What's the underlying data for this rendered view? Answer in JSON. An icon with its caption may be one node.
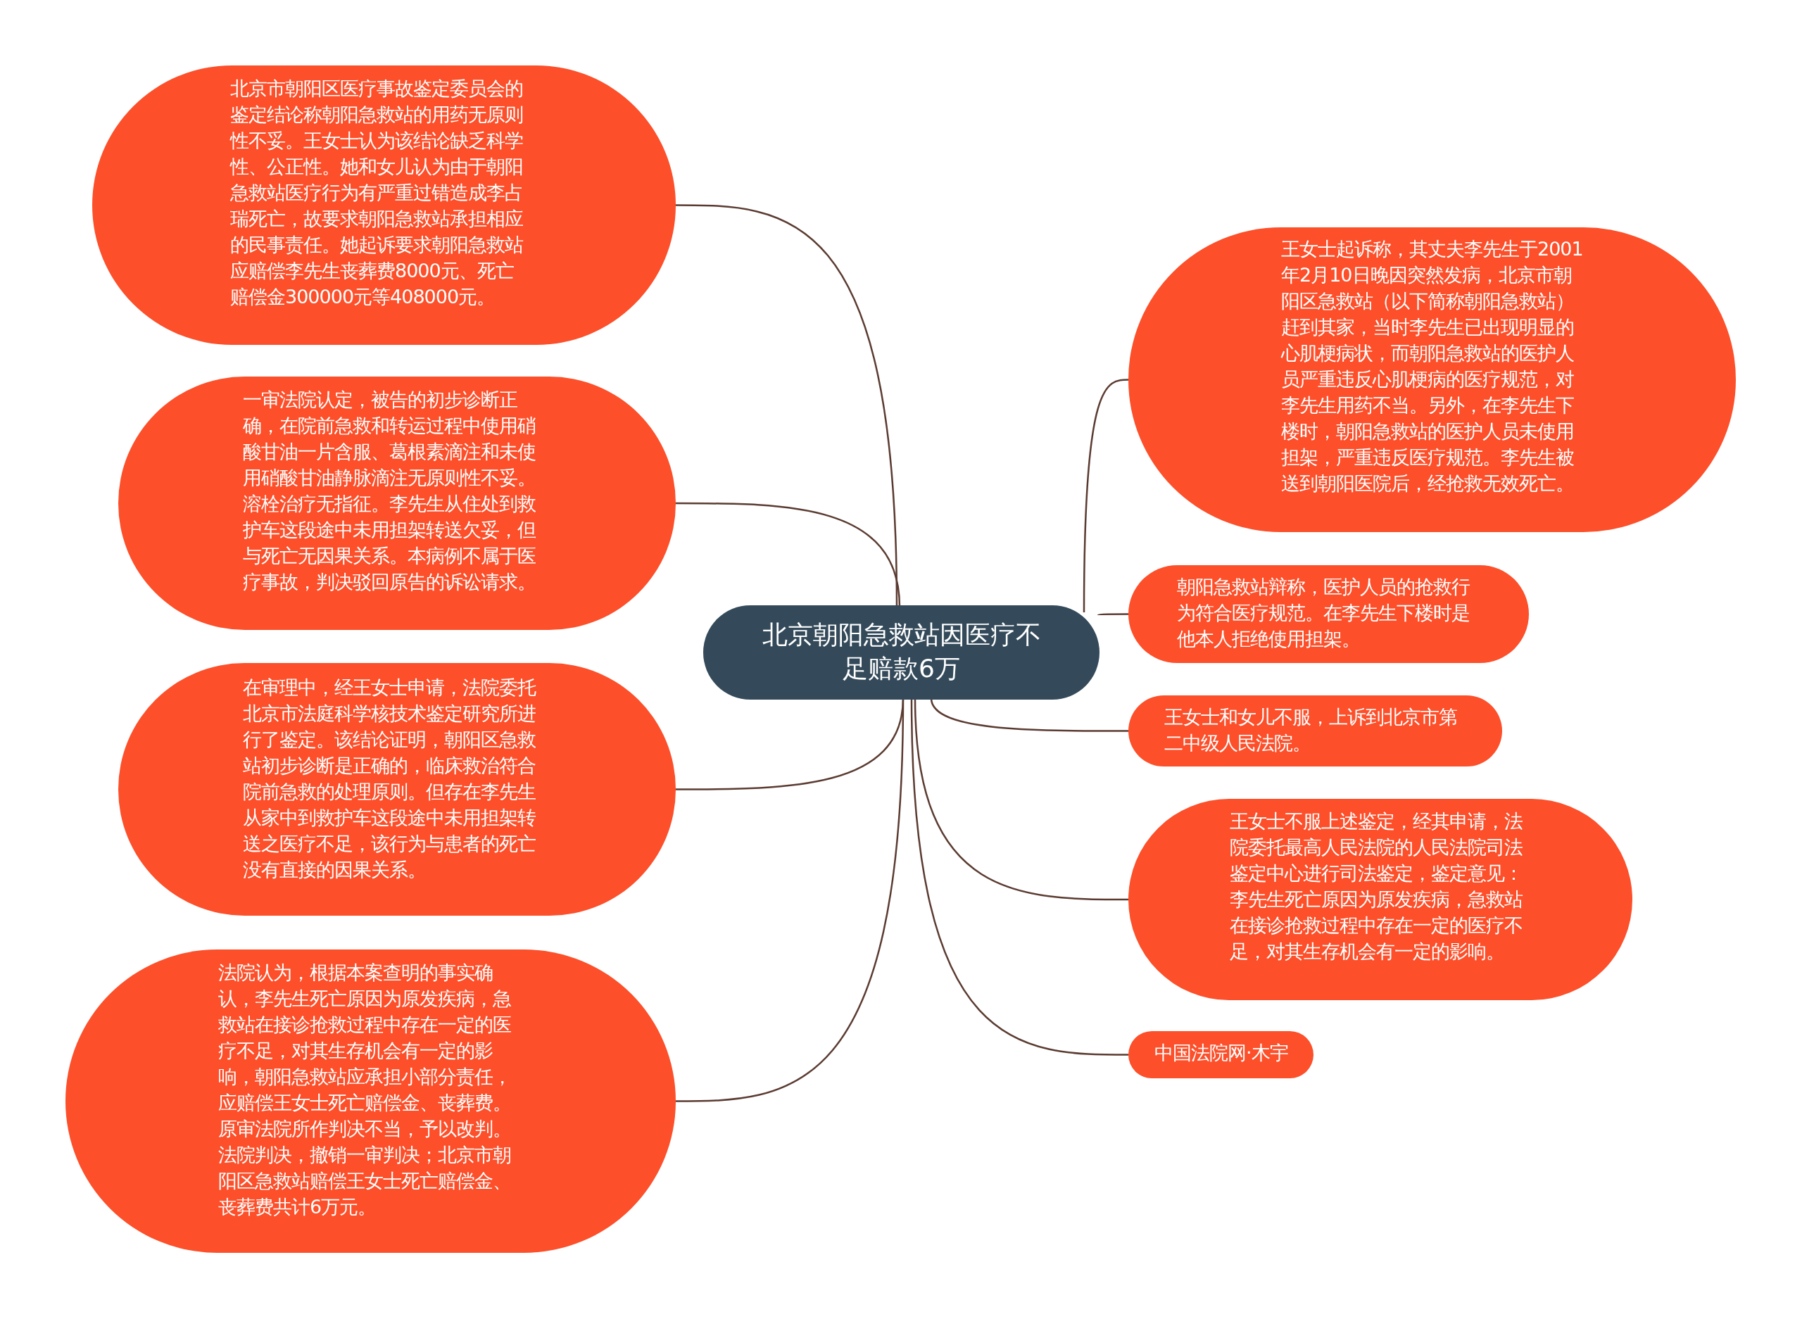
{
  "diagram": {
    "nodes": [
      {
        "text": [
          "北京朝阳急救站因医疗不足赔款6万"
        ]
      },
      {
        "text": [
          "北京市朝阳区医疗事故鉴定委员会的鉴定结论称朝阳急救站的用药无原则性不妥。王女士认为该结论缺乏科学性、公正性。她和女儿认为由于朝阳急救站医疗行为有严重过错造成李占瑞死亡，故要求朝阳急救站承担相应的民事责任。她起诉要求朝阳急救站应赔偿李先生丧葬费8000元、死亡赔偿金300000元等408000元。"
        ]
      },
      {
        "text": [
          "一审法院认定，被告的初步诊断正确，在院前急救和转运过程中使用硝酸甘油一片含服、葛根素滴注和未使用硝酸甘油静脉滴注无原则性不妥。溶栓治疗无指征。李先生从住处到救护车这段途中未用担架转送欠妥，但与死亡无因果关系。本病例不属于医疗事故，判决驳回原告的诉讼请求。"
        ]
      },
      {
        "text": [
          "在审理中，经王女士申请，法院委托北京市法庭科学核技术鉴定研究所进行了鉴定。该结论证明，朝阳区急救站初步诊断是正确的，临床救治符合院前急救的处理原则。但存在李先生从家中到救护车这段途中未用担架转送之医疗不足，该行为与患者的死亡没有直接的因果关系。"
        ]
      },
      {
        "text": [
          "法院认为，根据本案查明的事实确认，李先生死亡原因为原发疾病，急救站在接诊抢救过程中存在一定的医疗不足，对其生存机会有一定的影响，朝阳急救站应承担小部分责任，应赔偿王女士死亡赔偿金、丧葬费。原审法院所作判决不当，予以改判。法院判决，撤销一审判决；北京市朝阳区急救站赔偿王女士死亡赔偿金、丧葬费共计6万元。"
        ]
      },
      {
        "text": [
          "王女士起诉称，其丈夫李先生于2001年2月10日晚因突然发病，北京市朝阳区急救站（以下简称朝阳急救站）赶到其家，当时李先生已出现明显的心肌梗病状，而朝阳急救站的医护人员严重违反心肌梗病的医疗规范，对李先生用药不当。另外，在李先生下楼时，朝阳急救站的医护人员未使用担架，严重违反医疗规范。李先生被送到朝阳医院后，经抢救无效死亡。"
        ]
      },
      {
        "text": [
          "朝阳急救站辩称，医护人员的抢救行为符合医疗规范。在李先生下楼时是他本人拒绝使用担架。"
        ]
      },
      {
        "text": [
          "王女士和女儿不服，上诉到北京市第二中级人民法院。"
        ]
      },
      {
        "text": [
          "王女士不服上述鉴定，经其申请，法院委托最高人民法院的人民法院司法鉴定中心进行司法鉴定，鉴定意见：李先生死亡原因为原发疾病，急救站在接诊抢救过程中存在一定的医疗不足，对其生存机会有一定的影响。"
        ]
      },
      {
        "text": [
          "中国法院网·木宇"
        ]
      }
    ],
    "edges": [
      {
        "from": 0,
        "to": 1,
        "arrow": "none"
      },
      {
        "from": 0,
        "to": 2,
        "arrow": "none"
      },
      {
        "from": 0,
        "to": 3,
        "arrow": "none"
      },
      {
        "from": 0,
        "to": 4,
        "arrow": "none"
      },
      {
        "from": 0,
        "to": 5,
        "arrow": "none"
      },
      {
        "from": 0,
        "to": 6,
        "arrow": "none"
      },
      {
        "from": 0,
        "to": 7,
        "arrow": "none"
      },
      {
        "from": 0,
        "to": 8,
        "arrow": "none"
      },
      {
        "from": 0,
        "to": 9,
        "arrow": "none"
      }
    ]
  }
}
